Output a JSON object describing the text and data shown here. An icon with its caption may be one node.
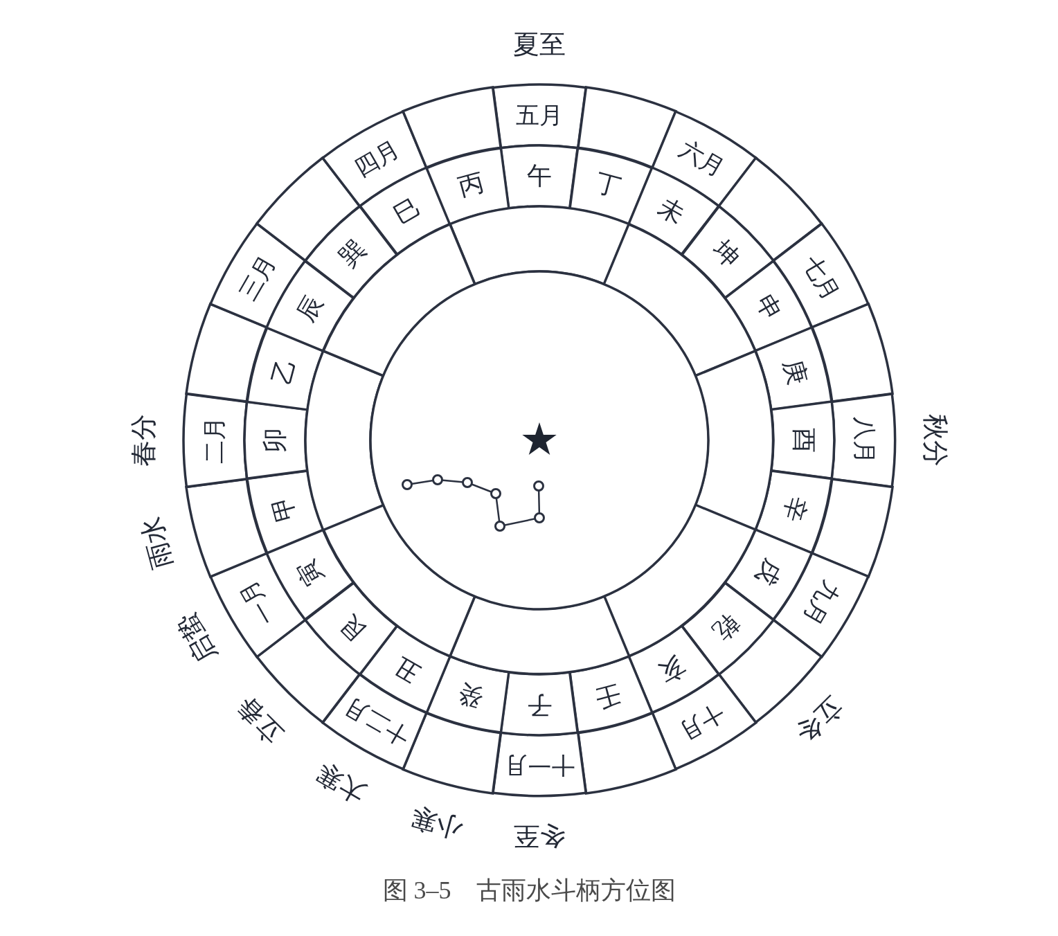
{
  "diagram": {
    "caption": "图 3–5　古雨水斗柄方位图",
    "nodes": [
      {
        "text": [
          "五月"
        ]
      },
      {
        "text": [],
        "shape": "sector"
      },
      {
        "text": [
          "六月"
        ]
      },
      {
        "text": [],
        "shape": "sector"
      },
      {
        "text": [
          "七月"
        ]
      },
      {
        "text": [],
        "shape": "sector"
      },
      {
        "text": [
          "八月"
        ]
      },
      {
        "text": [],
        "shape": "sector"
      },
      {
        "text": [
          "九月"
        ]
      },
      {
        "text": [],
        "shape": "sector"
      },
      {
        "text": [
          "十月"
        ]
      },
      {
        "text": [],
        "shape": "sector"
      },
      {
        "text": [
          "十一月"
        ]
      },
      {
        "text": [],
        "shape": "sector"
      },
      {
        "text": [
          "十二月"
        ]
      },
      {
        "text": [],
        "shape": "sector"
      },
      {
        "text": [
          "一月"
        ]
      },
      {
        "text": [],
        "shape": "sector"
      },
      {
        "text": [
          "二月"
        ]
      },
      {
        "text": [],
        "shape": "sector"
      },
      {
        "text": [
          "三月"
        ]
      },
      {
        "text": [],
        "shape": "sector"
      },
      {
        "text": [
          "四月"
        ]
      },
      {
        "text": [],
        "shape": "sector"
      },
      {
        "text": [
          "午"
        ]
      },
      {
        "text": [
          "丁"
        ]
      },
      {
        "text": [
          "未"
        ]
      },
      {
        "text": [
          "坤"
        ]
      },
      {
        "text": [
          "申"
        ]
      },
      {
        "text": [
          "庚"
        ]
      },
      {
        "text": [
          "酉"
        ]
      },
      {
        "text": [
          "辛"
        ]
      },
      {
        "text": [
          "戌"
        ]
      },
      {
        "text": [
          "乾"
        ]
      },
      {
        "text": [
          "亥"
        ]
      },
      {
        "text": [
          "壬"
        ]
      },
      {
        "text": [
          "子"
        ]
      },
      {
        "text": [
          "癸"
        ]
      },
      {
        "text": [
          "丑"
        ]
      },
      {
        "text": [
          "艮"
        ]
      },
      {
        "text": [
          "寅"
        ]
      },
      {
        "text": [
          "甲"
        ]
      },
      {
        "text": [
          "卯"
        ]
      },
      {
        "text": [
          "乙"
        ]
      },
      {
        "text": [
          "辰"
        ]
      },
      {
        "text": [
          "巽"
        ]
      },
      {
        "text": [
          "巳"
        ]
      },
      {
        "text": [
          "丙"
        ]
      },
      {
        "text": [],
        "shape": "sector"
      },
      {
        "text": [],
        "shape": "sector"
      },
      {
        "text": [],
        "shape": "sector"
      },
      {
        "text": [],
        "shape": "sector"
      },
      {
        "text": [],
        "shape": "sector"
      },
      {
        "text": [],
        "shape": "sector"
      },
      {
        "text": [],
        "shape": "sector"
      },
      {
        "text": [],
        "shape": "sector"
      },
      {
        "text": [],
        "shape": "circle"
      }
    ],
    "labels": [
      "夏至",
      "秋分",
      "立冬",
      "冬至",
      "小寒",
      "大寒",
      "立春",
      "启蛰",
      "雨水",
      "春分"
    ]
  }
}
